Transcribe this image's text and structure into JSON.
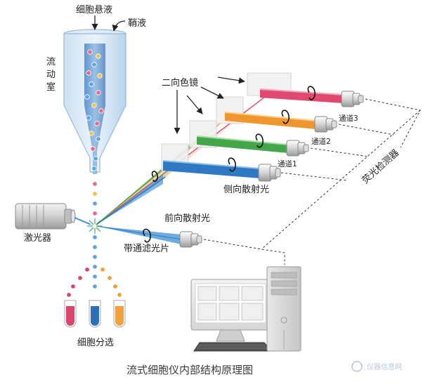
{
  "labels": {
    "cell_suspension": "细胞悬液",
    "sheath_fluid": "鞘液",
    "flow_chamber": "流动室",
    "laser": "激光器",
    "dichroic_mirror": "二向色镜",
    "side_scatter": "侧向散射光",
    "forward_scatter": "前向散射光",
    "bandpass_filter": "带通滤光片",
    "cell_sorting": "细胞分选",
    "fluorescence_detector": "荧光检测器",
    "channel_1": "通道1",
    "channel_2": "通道2",
    "channel_3": "通道3"
  },
  "title": "流式细胞仪内部结构原理图",
  "watermark": "仪器信息网",
  "colors": {
    "laser_blue": "#3d8fd1",
    "channel_1": "#2f79c2",
    "channel_2": "#43a64a",
    "channel_3": "#f0962e",
    "channel_top": "#e04a6e",
    "tube_red": "#d9466b",
    "tube_blue": "#2d6fb8",
    "tube_orange": "#f0a23a"
  }
}
